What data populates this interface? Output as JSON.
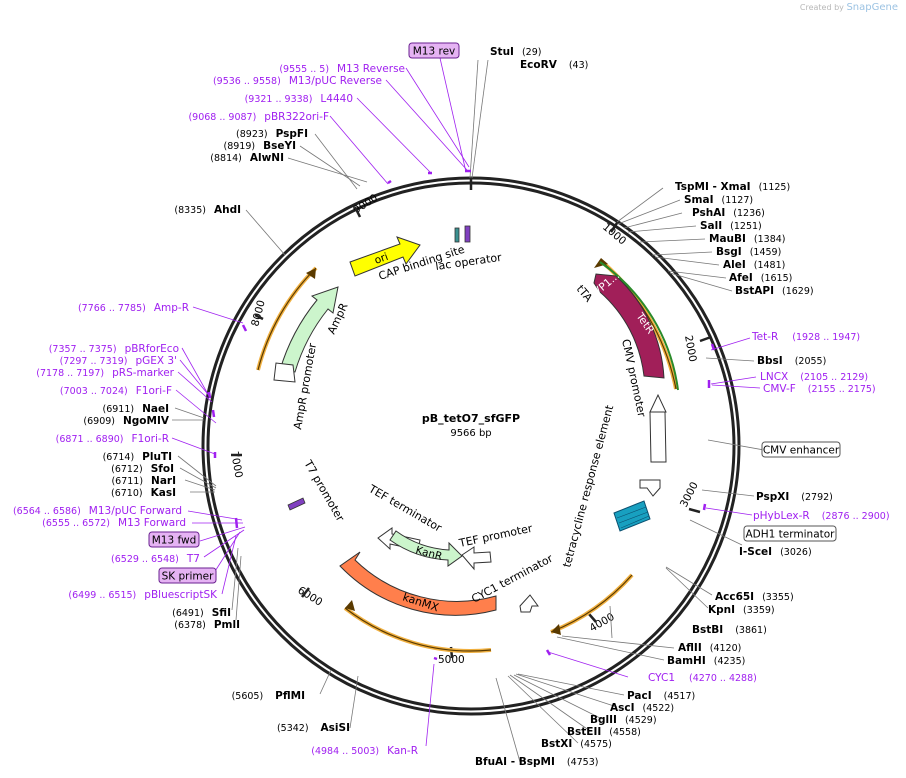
{
  "credit": {
    "prefix": "Created by",
    "brand": "SnapGene"
  },
  "plasmid": {
    "name": "pB_tetO7_sfGFP",
    "length": "9566 bp"
  },
  "ticks": [
    "1000",
    "2000",
    "3000",
    "4000",
    "5000",
    "6000",
    "7000",
    "8000",
    "9000"
  ],
  "enzymes": [
    {
      "name": "StuI",
      "pos": "(29)"
    },
    {
      "name": "EcoRV",
      "pos": "(43)"
    },
    {
      "name": "TspMI  - XmaI",
      "pos": "(1125)"
    },
    {
      "name": "SmaI",
      "pos": "(1127)"
    },
    {
      "name": "PshAI",
      "pos": "(1236)"
    },
    {
      "name": "SalI",
      "pos": "(1251)"
    },
    {
      "name": "MauBI",
      "pos": "(1384)"
    },
    {
      "name": "BsgI",
      "pos": "(1459)"
    },
    {
      "name": "AleI",
      "pos": "(1481)"
    },
    {
      "name": "AfeI",
      "pos": "(1615)"
    },
    {
      "name": "BstAPI",
      "pos": "(1629)"
    },
    {
      "name": "BbsI",
      "pos": "(2055)"
    },
    {
      "name": "PspXI",
      "pos": "(2792)"
    },
    {
      "name": "I-SceI",
      "pos": "(3026)"
    },
    {
      "name": "Acc65I",
      "pos": "(3355)"
    },
    {
      "name": "KpnI",
      "pos": "(3359)"
    },
    {
      "name": "BstBI",
      "pos": "(3861)"
    },
    {
      "name": "AflII",
      "pos": "(4120)"
    },
    {
      "name": "BamHI",
      "pos": "(4235)"
    },
    {
      "name": "PacI",
      "pos": "(4517)"
    },
    {
      "name": "AscI",
      "pos": "(4522)"
    },
    {
      "name": "BglII",
      "pos": "(4529)"
    },
    {
      "name": "BstEII",
      "pos": "(4558)"
    },
    {
      "name": "BstXI",
      "pos": "(4575)"
    },
    {
      "name": "BfuAI  - BspMI",
      "pos": "(4753)"
    },
    {
      "name": "AsiSI",
      "pos": "(5342)"
    },
    {
      "name": "PflMI",
      "pos": "(5605)"
    },
    {
      "name": "PmlI",
      "pos": "(6378)"
    },
    {
      "name": "SfiI",
      "pos": "(6491)"
    },
    {
      "name": "KasI",
      "pos": "(6710)"
    },
    {
      "name": "NarI",
      "pos": "(6711)"
    },
    {
      "name": "SfoI",
      "pos": "(6712)"
    },
    {
      "name": "PluTI",
      "pos": "(6714)"
    },
    {
      "name": "NgoMIV",
      "pos": "(6909)"
    },
    {
      "name": "NaeI",
      "pos": "(6911)"
    },
    {
      "name": "AhdI",
      "pos": "(8335)"
    },
    {
      "name": "AlwNI",
      "pos": "(8814)"
    },
    {
      "name": "BseYI",
      "pos": "(8919)"
    },
    {
      "name": "PspFI",
      "pos": "(8923)"
    }
  ],
  "primers": [
    {
      "name": "M13 Reverse",
      "range": "(9555 .. 5)"
    },
    {
      "name": "M13/pUC Reverse",
      "range": "(9536 .. 9558)"
    },
    {
      "name": "L4440",
      "range": "(9321 .. 9338)"
    },
    {
      "name": "pBR322ori-F",
      "range": "(9068 .. 9087)"
    },
    {
      "name": "Amp-R",
      "range": "(7766 .. 7785)"
    },
    {
      "name": "pBRforEco",
      "range": "(7357 .. 7375)"
    },
    {
      "name": "pGEX 3'",
      "range": "(7297 .. 7319)"
    },
    {
      "name": "pRS-marker",
      "range": "(7178 .. 7197)"
    },
    {
      "name": "F1ori-F",
      "range": "(7003 .. 7024)"
    },
    {
      "name": "F1ori-R",
      "range": "(6871 .. 6890)"
    },
    {
      "name": "M13/pUC Forward",
      "range": "(6564 .. 6586)"
    },
    {
      "name": "M13 Forward",
      "range": "(6555 .. 6572)"
    },
    {
      "name": "T7",
      "range": "(6529 .. 6548)"
    },
    {
      "name": "pBluescriptSK",
      "range": "(6499 .. 6515)"
    },
    {
      "name": "Tet-R",
      "range": "(1928 .. 1947)"
    },
    {
      "name": "LNCX",
      "range": "(2105 .. 2129)"
    },
    {
      "name": "CMV-F",
      "range": "(2155 .. 2175)"
    },
    {
      "name": "pHybLex-R",
      "range": "(2876 .. 2900)"
    },
    {
      "name": "CYC1",
      "range": "(4270 .. 4288)"
    },
    {
      "name": "Kan-R",
      "range": "(4984 .. 5003)"
    }
  ],
  "boxed_primers": [
    "M13 rev",
    "M13 fwd",
    "SK primer"
  ],
  "boxed_features": [
    "CMV enhancer",
    "ADH1 terminator"
  ],
  "features": {
    "cap": "CAP binding site",
    "lacop": "lac operator",
    "ori": "ori",
    "ampr": "AmpR",
    "amprp": "AmpR promoter",
    "t7p": "T7 promoter",
    "tef_term": "TEF terminator",
    "kanr": "KanR",
    "tef_prom": "TEF promoter",
    "kanmx": "kanMX",
    "cyc1": "CYC1 terminator",
    "tre": "tetracycline response element",
    "cmvp": "CMV promoter",
    "tetr": "TetR",
    "vp1": "VP1...",
    "tta": "tTA"
  },
  "colors": {
    "primer": "#a020f0",
    "primer_box": "#e5b3f3",
    "ori": "#ffff00",
    "ampr": "#ccf5cc",
    "kanr": "#ccf5cc",
    "kanmx": "#ff7f4c",
    "tetr": "#a11f59",
    "tre": "#18a0c0",
    "orange": "#f0b040"
  }
}
